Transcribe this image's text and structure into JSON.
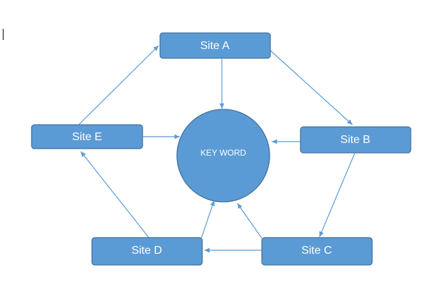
{
  "colors": {
    "node_fill": "#5B9BD5",
    "node_stroke": "#41719C",
    "arrow": "#5B9BD5",
    "text": "#ffffff",
    "background": "#ffffff"
  },
  "diagram": {
    "center": {
      "label": "KEY WORD"
    },
    "nodes": [
      {
        "id": "site-a",
        "label": "Site A"
      },
      {
        "id": "site-b",
        "label": "Site B"
      },
      {
        "id": "site-c",
        "label": "Site C"
      },
      {
        "id": "site-d",
        "label": "Site D"
      },
      {
        "id": "site-e",
        "label": "Site E"
      }
    ],
    "edges": [
      {
        "from": "Site A",
        "to": "Site B"
      },
      {
        "from": "Site B",
        "to": "Site C"
      },
      {
        "from": "Site C",
        "to": "Site D"
      },
      {
        "from": "Site D",
        "to": "Site E"
      },
      {
        "from": "Site E",
        "to": "Site A"
      },
      {
        "from": "Site A",
        "to": "KEY WORD"
      },
      {
        "from": "Site B",
        "to": "KEY WORD"
      },
      {
        "from": "Site C",
        "to": "KEY WORD"
      },
      {
        "from": "Site D",
        "to": "KEY WORD"
      },
      {
        "from": "Site E",
        "to": "KEY WORD"
      }
    ]
  }
}
